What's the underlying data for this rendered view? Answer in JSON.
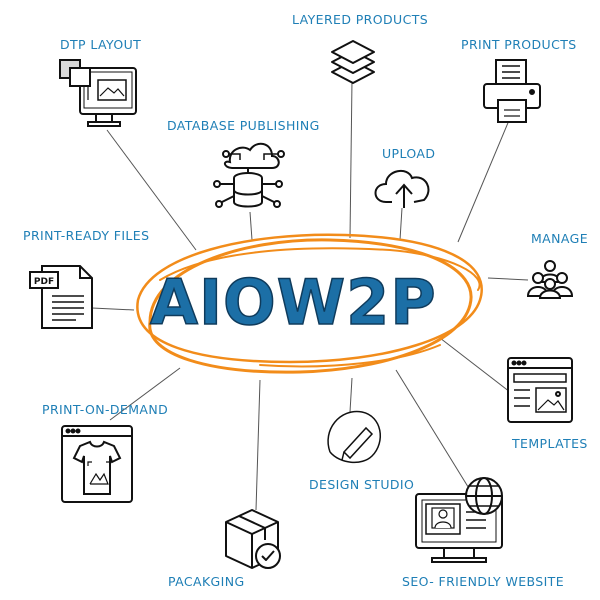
{
  "center": {
    "title": "AIOW2P",
    "accent_color": "#f28c1a",
    "title_color": "#1c6fa6"
  },
  "label_color": "#1f7fb6",
  "nodes": [
    {
      "id": "layered",
      "label": "LAYERED PRODUCTS",
      "icon": "layers-icon"
    },
    {
      "id": "dtp",
      "label": "DTP LAYOUT",
      "icon": "dtp-monitor-icon"
    },
    {
      "id": "print",
      "label": "PRINT PRODUCTS",
      "icon": "printer-icon"
    },
    {
      "id": "db",
      "label": "DATABASE PUBLISHING",
      "icon": "database-cloud-icon"
    },
    {
      "id": "upload",
      "label": "UPLOAD",
      "icon": "cloud-upload-icon"
    },
    {
      "id": "printready",
      "label": "PRINT-READY FILES",
      "icon": "pdf-file-icon"
    },
    {
      "id": "manage",
      "label": "MANAGE",
      "icon": "users-group-icon"
    },
    {
      "id": "templates",
      "label": "TEMPLATES",
      "icon": "template-window-icon"
    },
    {
      "id": "pod",
      "label": "PRINT-ON-DEMAND",
      "icon": "tshirt-window-icon"
    },
    {
      "id": "studio",
      "label": "DESIGN STUDIO",
      "icon": "pen-circle-icon"
    },
    {
      "id": "seo",
      "label": "SEO- FRIENDLY WEBSITE",
      "icon": "globe-monitor-icon"
    },
    {
      "id": "packaging",
      "label": "PACAKGING",
      "icon": "package-check-icon"
    }
  ]
}
